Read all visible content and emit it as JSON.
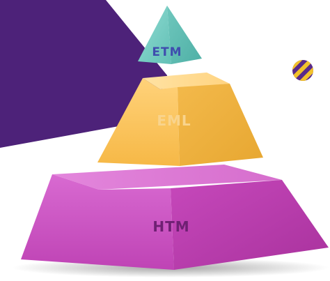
{
  "colors": {
    "background": "#ffffff",
    "purple_band": "#4d2279",
    "top_tier": "#79cfc6",
    "middle_tier": "#fbc35b",
    "bottom_tier": "#c94dbd",
    "badge_yellow": "#f2c22b",
    "badge_purple": "#5a2a8a"
  },
  "pyramid": {
    "tiers": [
      {
        "id": "top",
        "label": "ETM"
      },
      {
        "id": "middle",
        "label": "EML"
      },
      {
        "id": "bottom",
        "label": "HTM"
      }
    ]
  },
  "icons": {
    "badge": "striped-circle-logo-icon"
  }
}
